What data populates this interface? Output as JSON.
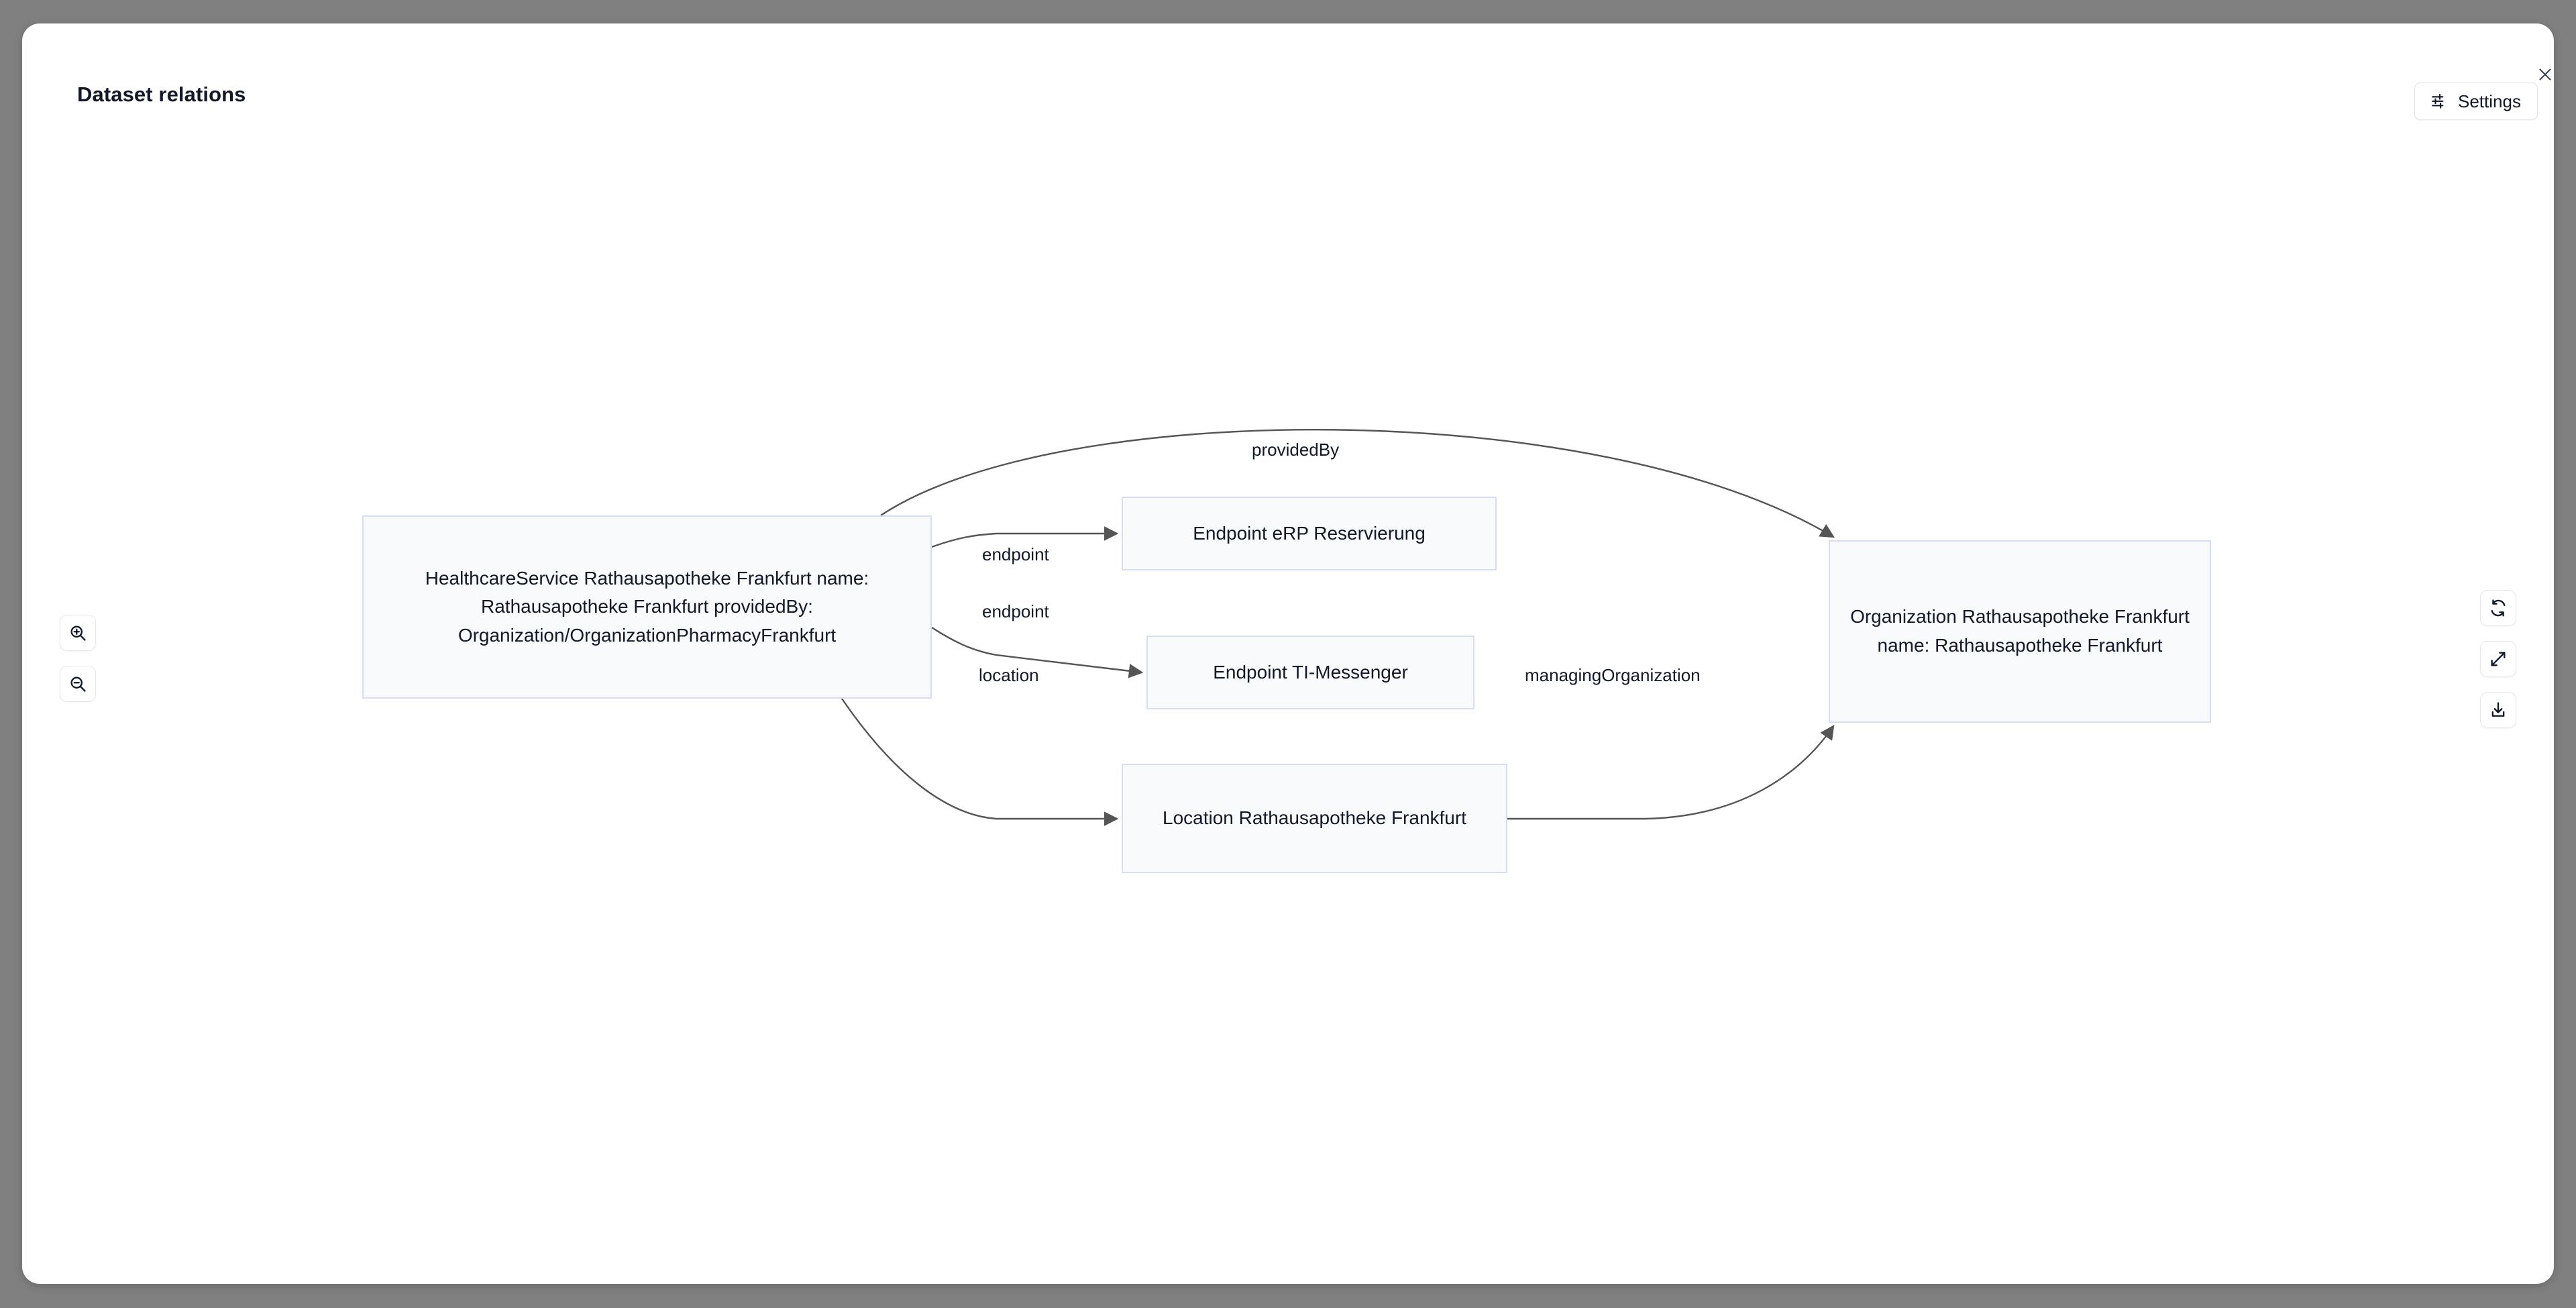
{
  "window": {
    "title": "Dataset relations"
  },
  "header": {
    "settings_label": "Settings",
    "settings_icon": "tune-sliders-icon",
    "close_icon": "close-icon"
  },
  "controls": {
    "zoom_in_icon": "zoom-in-icon",
    "zoom_out_icon": "zoom-out-icon",
    "refresh_icon": "refresh-icon",
    "fit_view_icon": "fullscreen-expand-icon",
    "download_icon": "download-icon"
  },
  "graph": {
    "nodes": [
      {
        "id": "healthcare-service",
        "label": "HealthcareService Rathausapotheke Frankfurt name: Rathausapotheke Frankfurt providedBy: Organization/OrganizationPharmacyFrankfurt"
      },
      {
        "id": "endpoint-erp",
        "label": "Endpoint eRP Reservierung"
      },
      {
        "id": "endpoint-ti",
        "label": "Endpoint TI-Messenger"
      },
      {
        "id": "location",
        "label": "Location Rathausapotheke Frankfurt"
      },
      {
        "id": "organization",
        "label": "Organization Rathausapotheke Frankfurt name: Rathausapotheke Frankfurt"
      }
    ],
    "edges": [
      {
        "id": "providedby",
        "label": "providedBy",
        "from": "healthcare-service",
        "to": "organization"
      },
      {
        "id": "endpoint-1",
        "label": "endpoint",
        "from": "healthcare-service",
        "to": "endpoint-erp"
      },
      {
        "id": "endpoint-2",
        "label": "endpoint",
        "from": "healthcare-service",
        "to": "endpoint-ti"
      },
      {
        "id": "location",
        "label": "location",
        "from": "healthcare-service",
        "to": "location"
      },
      {
        "id": "managingorganization",
        "label": "managingOrganization",
        "from": "location",
        "to": "organization"
      }
    ]
  },
  "colors": {
    "backdrop": "#808080",
    "card": "#ffffff",
    "node_fill": "#f8fafc",
    "node_border": "#d6ddf5",
    "edge_stroke": "#555555",
    "text": "#111827"
  }
}
